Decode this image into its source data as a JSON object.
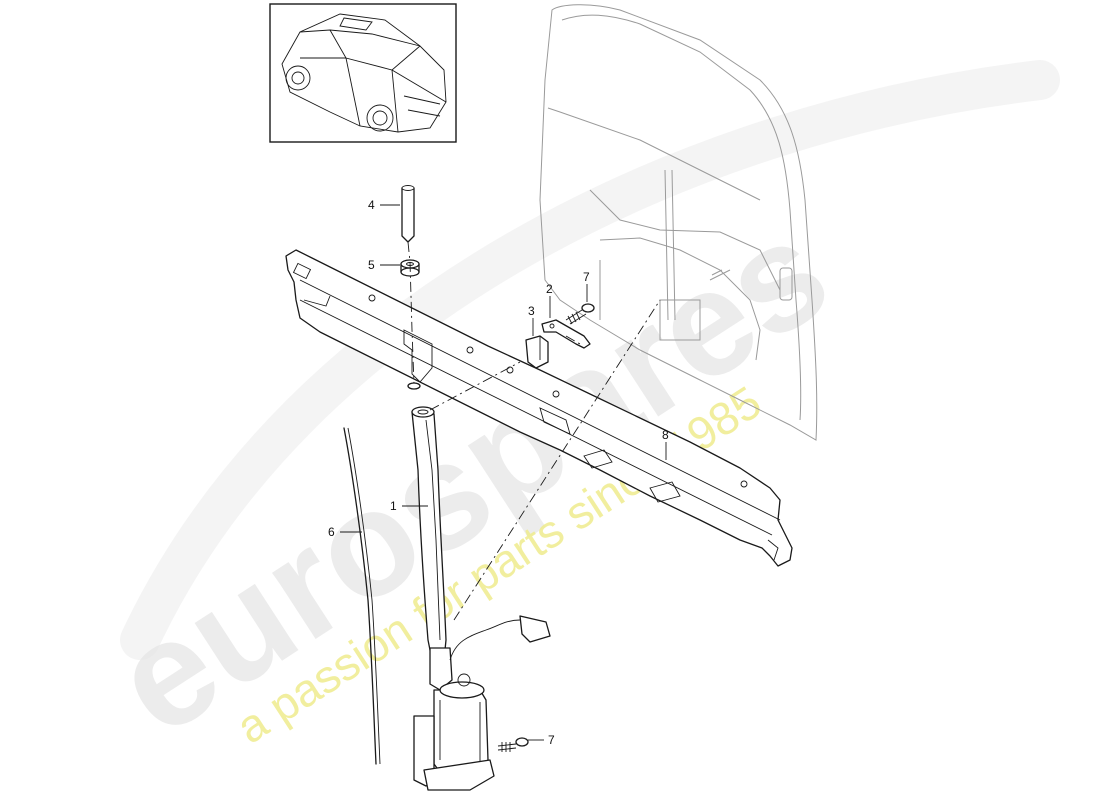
{
  "watermark": {
    "brand": "eurospares",
    "tagline": "a passion for parts since 1985",
    "brand_color": "#e9e9e9",
    "tagline_color": "#f1ef9a"
  },
  "callouts": [
    {
      "id": "1",
      "label": "1"
    },
    {
      "id": "2",
      "label": "2"
    },
    {
      "id": "3",
      "label": "3"
    },
    {
      "id": "4",
      "label": "4"
    },
    {
      "id": "5",
      "label": "5"
    },
    {
      "id": "6",
      "label": "6"
    },
    {
      "id": "7a",
      "label": "7"
    },
    {
      "id": "7b",
      "label": "7"
    },
    {
      "id": "8",
      "label": "8"
    }
  ],
  "colors": {
    "line": "#1a1a1a",
    "door": "#8a8a8a",
    "background": "#ffffff"
  }
}
